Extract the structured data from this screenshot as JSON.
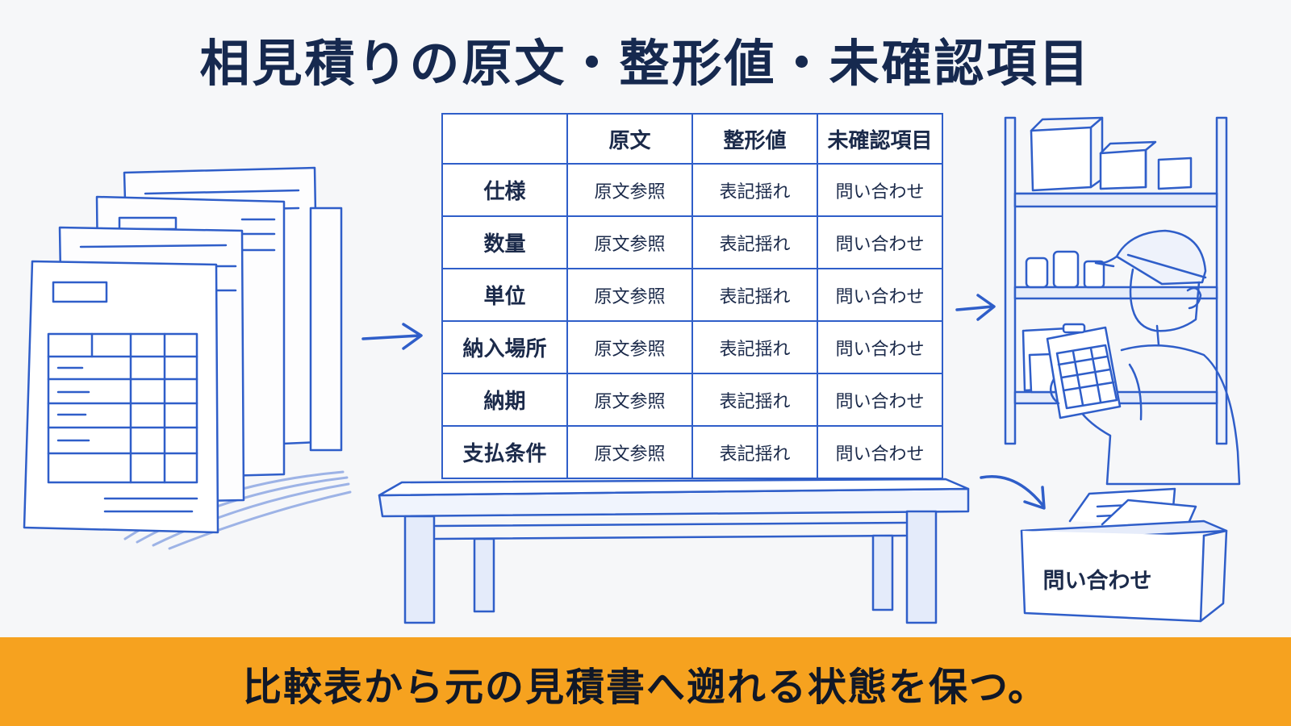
{
  "title": "相見積りの原文・整形値・未確認項目",
  "table": {
    "columns": [
      "",
      "原文",
      "整形値",
      "未確認項目"
    ],
    "rows": [
      {
        "label": "仕様",
        "cells": [
          "原文参照",
          "表記揺れ",
          "問い合わせ"
        ]
      },
      {
        "label": "数量",
        "cells": [
          "原文参照",
          "表記揺れ",
          "問い合わせ"
        ]
      },
      {
        "label": "単位",
        "cells": [
          "原文参照",
          "表記揺れ",
          "問い合わせ"
        ]
      },
      {
        "label": "納入場所",
        "cells": [
          "原文参照",
          "表記揺れ",
          "問い合わせ"
        ]
      },
      {
        "label": "納期",
        "cells": [
          "原文参照",
          "表記揺れ",
          "問い合わせ"
        ]
      },
      {
        "label": "支払条件",
        "cells": [
          "原文参照",
          "表記揺れ",
          "問い合わせ"
        ]
      }
    ]
  },
  "inquiry_box_label": "問い合わせ",
  "banner": "比較表から元の見積書へ遡れる状態を保つ。",
  "colors": {
    "ink": "#2f5ec9",
    "title": "#16294f",
    "banner": "#f6a21f"
  }
}
